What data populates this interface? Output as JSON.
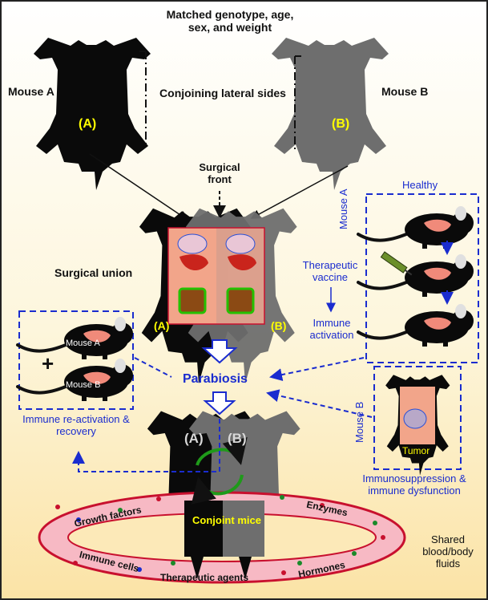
{
  "texts": {
    "matched": "Matched genotype, age, sex, and weight",
    "mouse_a": "Mouse A",
    "mouse_b": "Mouse B",
    "conjoining": "Conjoining lateral sides",
    "letter_a": "(A)",
    "letter_b": "(B)",
    "surgical_front": "Surgical front",
    "surgical_union": "Surgical union",
    "healthy": "Healthy",
    "mouse_a_vertical": "Mouse A",
    "mouse_b_vertical": "Mouse B",
    "therapeutic_vaccine": "Therapeutic vaccine",
    "immune_activation": "Immune activation",
    "parabiosis": "Parabiosis",
    "box_mouse_a": "Mouse A",
    "box_mouse_b": "Mouse B",
    "reactivation": "Immune re-activation & recovery",
    "tumor": "Tumor",
    "immunosuppression": "Immunosuppression & immune dysfunction",
    "conjoint_mice": "Conjoint mice",
    "growth_factors": "Growth factors",
    "enzymes": "Enzymes",
    "immune_cells": "Immune cells",
    "therapeutic_agents": "Therapeutic agents",
    "hormones": "Hormones",
    "shared_fluids": "Shared blood/body fluids"
  },
  "colors": {
    "blue": "#1a2ccf",
    "yellow": "#ffff00",
    "mouse_a": "#0a0a0a",
    "mouse_b": "#6e6e6e",
    "ring": "#f7b9c4",
    "ring_border": "#c8102e"
  }
}
